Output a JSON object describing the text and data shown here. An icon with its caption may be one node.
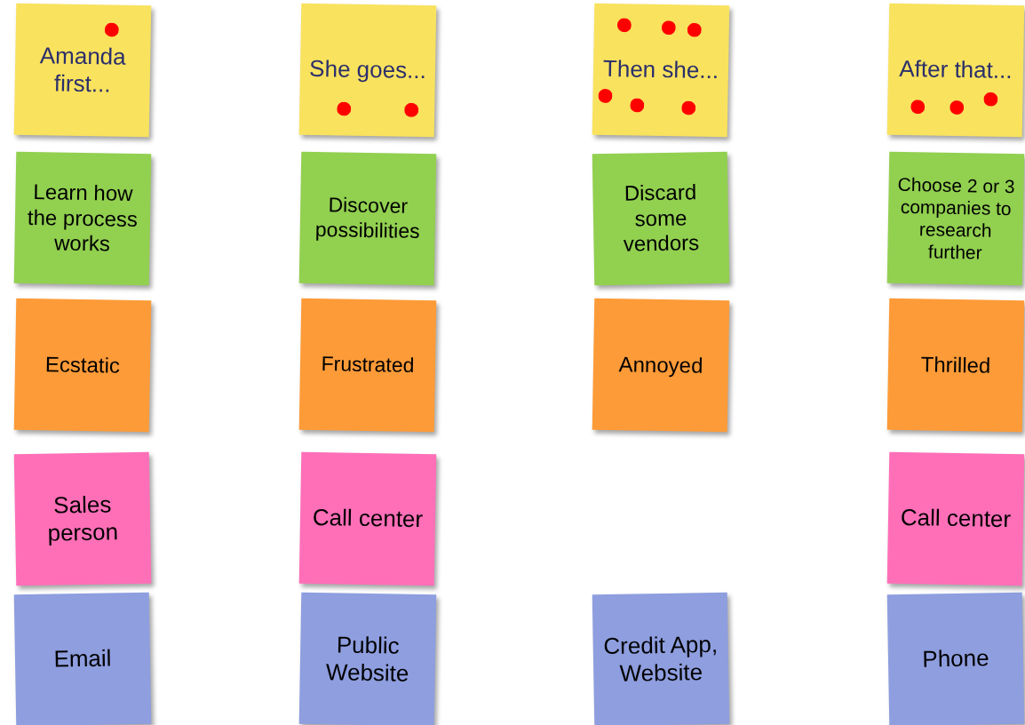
{
  "diagram": {
    "nodes": [
      {
        "text": [
          "Amanda first..."
        ]
      },
      {
        "text": [
          "She goes..."
        ]
      },
      {
        "text": [
          "Then she..."
        ]
      },
      {
        "text": [
          "After that..."
        ]
      },
      {
        "text": [
          "Learn how the process works"
        ]
      },
      {
        "text": [
          "Discover possibilities"
        ]
      },
      {
        "text": [
          "Discard some vendors"
        ]
      },
      {
        "text": [
          "Choose 2 or 3 companies to research further"
        ]
      },
      {
        "text": [
          "Ecstatic"
        ]
      },
      {
        "text": [
          "Frustrated"
        ]
      },
      {
        "text": [
          "Annoyed"
        ]
      },
      {
        "text": [
          "Thrilled"
        ]
      },
      {
        "text": [
          "Sales person"
        ]
      },
      {
        "text": [
          "Call center"
        ]
      },
      {
        "text": [
          "Call center"
        ]
      },
      {
        "text": [
          "Email"
        ]
      },
      {
        "text": [
          "Public Website"
        ]
      },
      {
        "text": [
          "Credit App, Website"
        ]
      },
      {
        "text": [
          "Phone"
        ]
      }
    ]
  }
}
